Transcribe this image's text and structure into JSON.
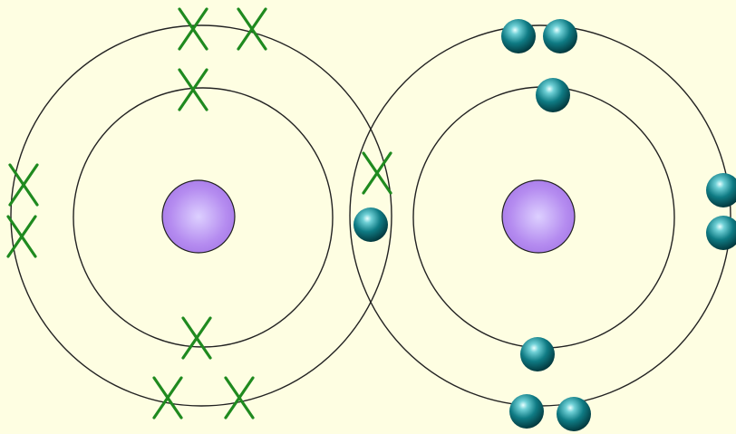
{
  "colors": {
    "background": "#fefee2",
    "shell": "#222222",
    "nucleus": "#b58cf0",
    "nucleus_highlight": "#d9c8ff",
    "cross_electron": "#1f8a1f",
    "ball_electron": "#0f6f78"
  },
  "atoms": [
    {
      "name": "left-atom",
      "nucleus_icon": "purple-circle",
      "electron_icon": "green-cross-icon",
      "shells": [
        {
          "name": "inner-shell",
          "electron_count": 2
        },
        {
          "name": "outer-shell",
          "electron_count": 7
        }
      ]
    },
    {
      "name": "right-atom",
      "nucleus_icon": "purple-circle",
      "electron_icon": "teal-ball-icon",
      "shells": [
        {
          "name": "inner-shell",
          "electron_count": 2
        },
        {
          "name": "outer-shell",
          "electron_count": 7
        }
      ]
    }
  ],
  "shared_pair": {
    "electron_icons": [
      "green-cross-icon",
      "teal-ball-icon"
    ],
    "count": 2
  }
}
